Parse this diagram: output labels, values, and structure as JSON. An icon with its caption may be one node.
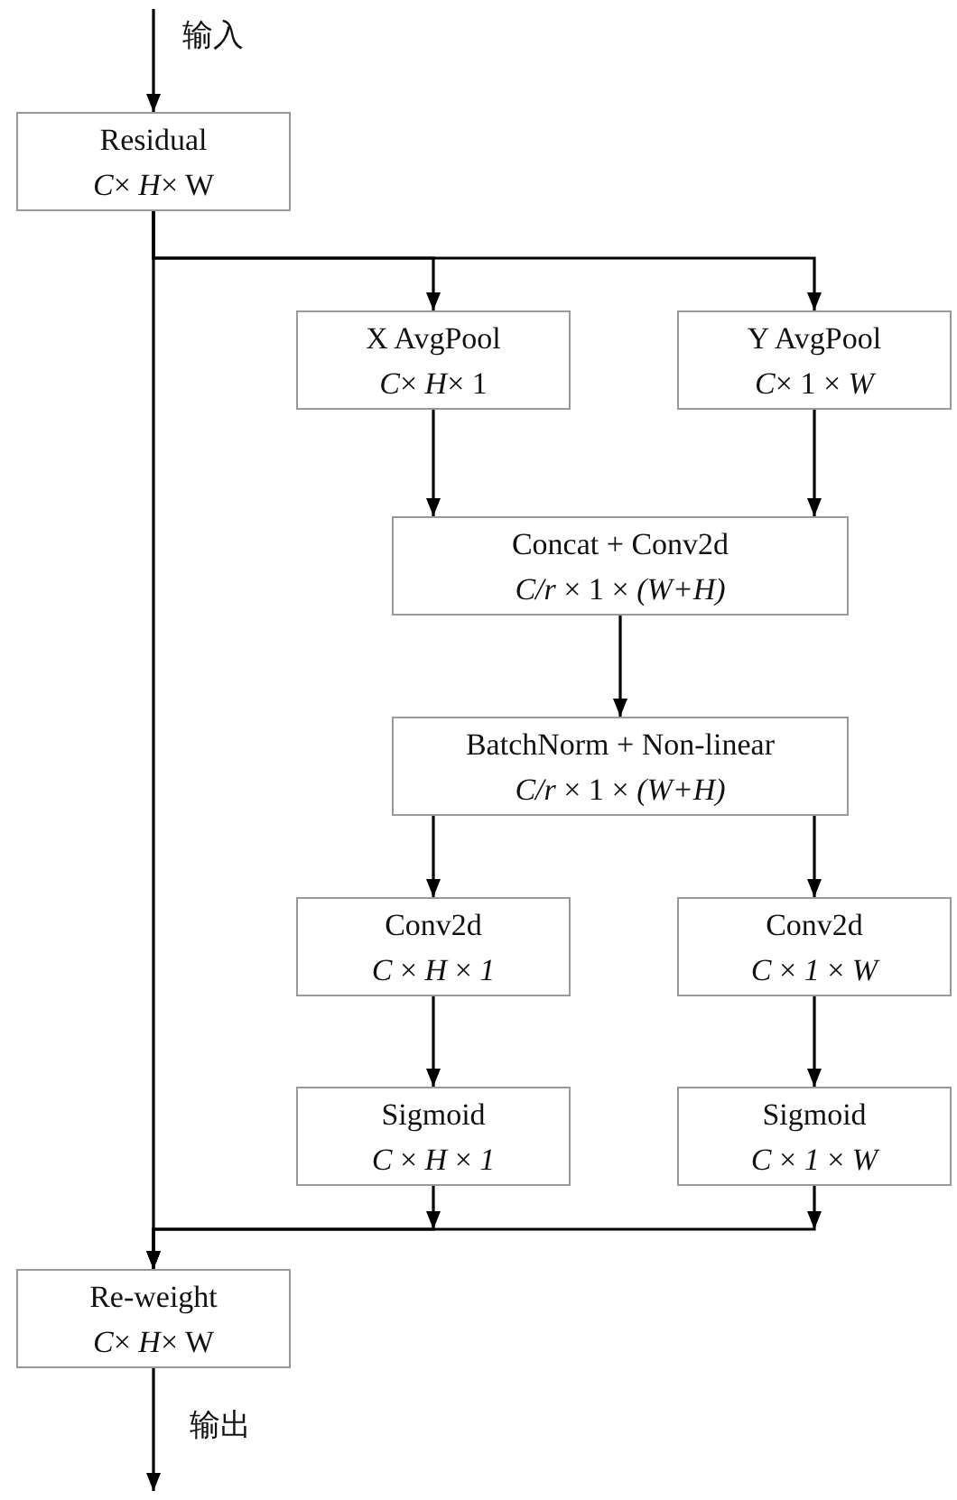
{
  "diagram": {
    "nodes": [
      {
        "text": [
          "Residual",
          "*C*× *H*× W"
        ]
      },
      {
        "text": [
          "X AvgPool",
          "*C*× *H*× 1"
        ]
      },
      {
        "text": [
          "Y AvgPool",
          "*C*× 1 × *W*"
        ]
      },
      {
        "text": [
          "Concat + Conv2d",
          "*C/r* × 1 × *(W+H)*"
        ]
      },
      {
        "text": [
          "BatchNorm + Non-linear",
          "*C/r* × 1 × *(W+H)*"
        ]
      },
      {
        "text": [
          "Conv2d",
          "*C* × *H* × *1*"
        ]
      },
      {
        "text": [
          "Conv2d",
          "*C* × *1* × *W*"
        ]
      },
      {
        "text": [
          "Sigmoid",
          "*C* × *H* × *1*"
        ]
      },
      {
        "text": [
          "Sigmoid",
          "*C* × *1* × *W*"
        ]
      },
      {
        "text": [
          "Re-weight",
          "*C*× *H*× W"
        ]
      }
    ],
    "edges": [
      {
        "from": null,
        "to": 0,
        "arrow": "to",
        "label": "输入"
      },
      {
        "from": 0,
        "to": 1,
        "arrow": "to"
      },
      {
        "from": 0,
        "to": 2,
        "arrow": "to"
      },
      {
        "from": 0,
        "to": 9,
        "arrow": "to"
      },
      {
        "from": 1,
        "to": 3,
        "arrow": "to"
      },
      {
        "from": 2,
        "to": 3,
        "arrow": "to"
      },
      {
        "from": 3,
        "to": 4,
        "arrow": "to"
      },
      {
        "from": 4,
        "to": 5,
        "arrow": "to"
      },
      {
        "from": 4,
        "to": 6,
        "arrow": "to"
      },
      {
        "from": 5,
        "to": 7,
        "arrow": "to"
      },
      {
        "from": 6,
        "to": 8,
        "arrow": "to"
      },
      {
        "from": 7,
        "to": 9,
        "arrow": "to"
      },
      {
        "from": 8,
        "to": 9,
        "arrow": "to"
      },
      {
        "from": 9,
        "to": null,
        "arrow": "to",
        "label": "输出"
      }
    ]
  }
}
